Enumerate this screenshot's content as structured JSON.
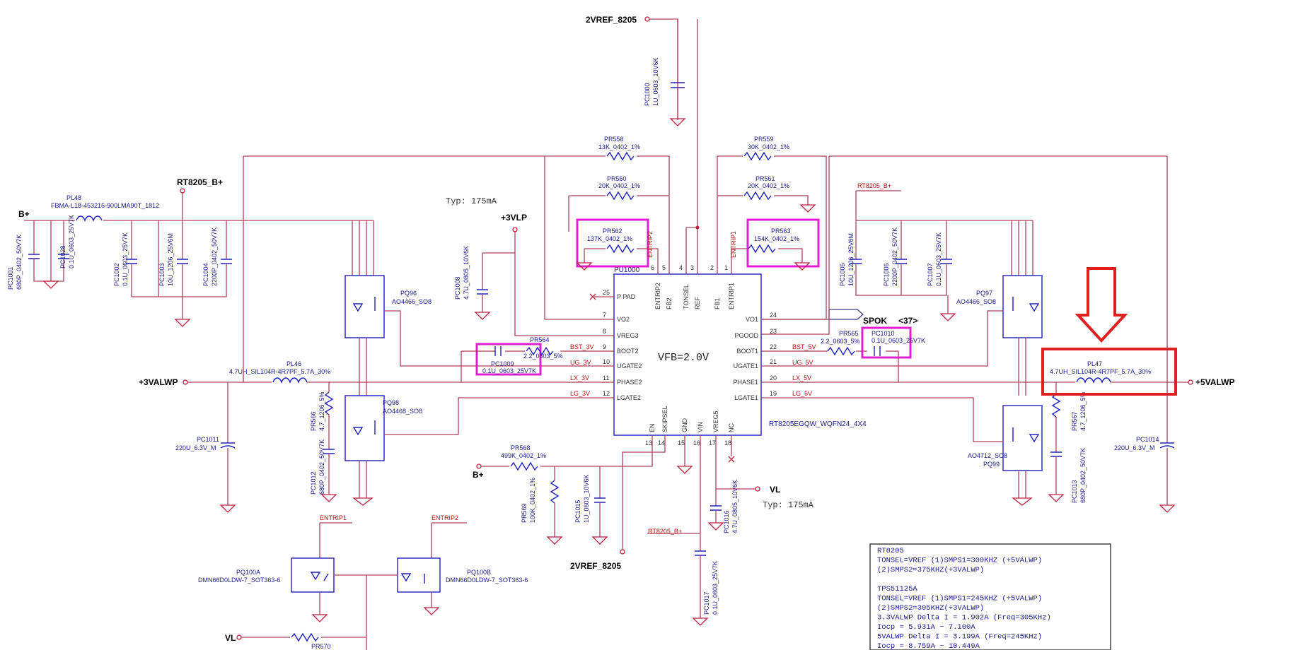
{
  "nets": {
    "vref_top": "2VREF_8205",
    "vref_bottom": "2VREF_8205",
    "rt8205_bplus": "RT8205_B+",
    "bplus_left": "B+",
    "bplus_mid": "B+",
    "vlp": "+3VLP",
    "valwp3": "+3VALWP",
    "valwp5": "+5VALWP",
    "vl_right": "VL",
    "vl_left": "VL",
    "spok": "SPOK",
    "spok_ref": "<37>",
    "rt8205_bplus_small": "RT8205_B+",
    "rt8205_bplus_small2": "RT8205_B+",
    "entrip1": "ENTRIP1",
    "entrip2": "ENTRIP2",
    "entrip1_v": "ENTRIP1",
    "entrip2_v": "ENTRIP2",
    "bst_3v": "BST_3V",
    "ug_3v": "UG_3V",
    "lx_3v": "LX_3V",
    "lg_3v": "LG_3V",
    "bst_5v": "BST_5V",
    "ug_5v": "UG_5V",
    "lx_5v": "LX_5V",
    "lg_5v": "LG_5V"
  },
  "typ_notes": {
    "vlp": "Typ: 175mA",
    "vl": "Typ: 175mA"
  },
  "ic": {
    "ref": "PU1000",
    "part": "RT8205EGQW_WQFN24_4X4",
    "center_text": "VFB=2.0V",
    "left_pins": [
      {
        "num": "25",
        "name": "P PAD"
      },
      {
        "num": "7",
        "name": "VO2"
      },
      {
        "num": "8",
        "name": "VREG3"
      },
      {
        "num": "9",
        "name": "BOOT2"
      },
      {
        "num": "10",
        "name": "UGATE2"
      },
      {
        "num": "11",
        "name": "PHASE2"
      },
      {
        "num": "12",
        "name": "LGATE2"
      }
    ],
    "right_pins": [
      {
        "num": "24",
        "name": "VO1"
      },
      {
        "num": "23",
        "name": "PGOOD"
      },
      {
        "num": "22",
        "name": "BOOT1"
      },
      {
        "num": "21",
        "name": "UGATE1"
      },
      {
        "num": "20",
        "name": "PHASE1"
      },
      {
        "num": "19",
        "name": "LGATE1"
      }
    ],
    "top_pins": [
      {
        "num": "6",
        "name": "ENTRIP2"
      },
      {
        "num": "5",
        "name": "FB2"
      },
      {
        "num": "4",
        "name": "TONSEL"
      },
      {
        "num": "3",
        "name": "REF"
      },
      {
        "num": "2",
        "name": "FB1"
      },
      {
        "num": "1",
        "name": "ENTRIP1"
      }
    ],
    "bottom_pins": [
      {
        "num": "13",
        "name": "EN"
      },
      {
        "num": "14",
        "name": "SKIPSEL"
      },
      {
        "num": "15",
        "name": "GND"
      },
      {
        "num": "16",
        "name": "VIN"
      },
      {
        "num": "17",
        "name": "VREG5"
      },
      {
        "num": "18",
        "name": "NC"
      }
    ]
  },
  "components": {
    "pl48": {
      "ref": "PL48",
      "value": "FBMA-L18-453215-900LMA90T_1812"
    },
    "pc1001": {
      "ref": "PC1001",
      "value": "680P_0402_50V7K"
    },
    "pc1028": {
      "ref": "PC1028",
      "value": "0.1U_0603_25V7K"
    },
    "pc1002": {
      "ref": "PC1002",
      "value": "0.1U_0603_25V7K"
    },
    "pc1003": {
      "ref": "PC1003",
      "value": "10U_1206_25V6M"
    },
    "pc1004": {
      "ref": "PC1004",
      "value": "2200P_0402_50V7K"
    },
    "pq96": {
      "ref": "PQ96",
      "value": "AO4466_SO8"
    },
    "pq98": {
      "ref": "PQ98",
      "value": "AO4468_SO8"
    },
    "pl46": {
      "ref": "PL46",
      "value": "4.7UH_SIL104R-4R7PF_5.7A_30%"
    },
    "pc1011": {
      "ref": "PC1011",
      "value": "220U_6.3V_M"
    },
    "pr566": {
      "ref": "PR566",
      "value": "4.7_1206_5%"
    },
    "pc1012": {
      "ref": "PC1012",
      "value": "680P_0402_50V7K"
    },
    "pc1000": {
      "ref": "PC1000",
      "value": "1U_0603_10V6K"
    },
    "pr558": {
      "ref": "PR558",
      "value": "13K_0402_1%"
    },
    "pr560": {
      "ref": "PR560",
      "value": "20K_0402_1%"
    },
    "pr562": {
      "ref": "PR562",
      "value": "137K_0402_1%"
    },
    "pr559": {
      "ref": "PR559",
      "value": "30K_0402_1%"
    },
    "pr561": {
      "ref": "PR561",
      "value": "20K_0402_1%"
    },
    "pr563": {
      "ref": "PR563",
      "value": "154K_0402_1%"
    },
    "pc1008": {
      "ref": "PC1008",
      "value": "4.7U_0805_10V6K"
    },
    "pr564": {
      "ref": "PR564",
      "value": "2.2_0603_5%"
    },
    "pc1009": {
      "ref": "PC1009",
      "value": "0.1U_0603_25V7K"
    },
    "pr565": {
      "ref": "PR565",
      "value": "2.2_0603_5%"
    },
    "pc1010": {
      "ref": "PC1010",
      "value": "0.1U_0603_25V7K"
    },
    "pc1005": {
      "ref": "PC1005",
      "value": "10U_1206_25V6M"
    },
    "pc1006": {
      "ref": "PC1006",
      "value": "2200P_0402_50V7K"
    },
    "pc1007": {
      "ref": "PC1007",
      "value": "0.1U_0603_25V7K"
    },
    "pq97": {
      "ref": "PQ97",
      "value": "AO4466_SO8"
    },
    "pq99": {
      "ref": "PQ99",
      "value": "AO4712_SO8"
    },
    "pl47": {
      "ref": "PL47",
      "value": "4.7UH_SIL104R-4R7PF_5.7A_30%"
    },
    "pr567": {
      "ref": "PR567",
      "value": "4.7_1206_5%"
    },
    "pc1013": {
      "ref": "PC1013",
      "value": "680P_0402_50V7K"
    },
    "pc1014": {
      "ref": "PC1014",
      "value": "220U_6.3V_M"
    },
    "pr568": {
      "ref": "PR568",
      "value": "499K_0402_1%"
    },
    "pr569": {
      "ref": "PR569",
      "value": "100K_0402_1%"
    },
    "pc1015": {
      "ref": "PC1015",
      "value": "1U_0603_10V6K"
    },
    "pc1016": {
      "ref": "PC1016",
      "value": "4.7U_0805_10V6K"
    },
    "pc1017": {
      "ref": "PC1017",
      "value": "0.1U_0603_25V7K"
    },
    "pq100a": {
      "ref": "PQ100A",
      "value": "DMN66D0LDW-7_SOT363-6"
    },
    "pq100b": {
      "ref": "PQ100B",
      "value": "DMN66D0LDW-7_SOT363-6"
    },
    "pr570": {
      "ref": "PR570",
      "value": ""
    }
  },
  "notes": {
    "lines": [
      "RT8205",
      "TONSEL=VREF (1)SMPS1=300KHZ (+5VALWP)",
      "           (2)SMPS2=375KHZ(+3VALWP)",
      "",
      "TPS51125A",
      "TONSEL=VREF (1)SMPS1=245KHZ (+5VALWP)",
      "            (2)SMPS2=305KHZ(+3VALWP)",
      "3.3VALWP Delta I = 1.902A (Freq=305KHz)",
      "Iocp = 5.931A ~ 7.100A",
      "5VALWP Delta I = 3.199A (Freq=245KHz)",
      "Iocp = 8.759A ~ 10.449A"
    ]
  },
  "colors": {
    "wire": "#b0405a",
    "component": "#2020c0",
    "highlight": "#e020d0",
    "callout": "#e02020",
    "text": "#1a1a8a"
  }
}
